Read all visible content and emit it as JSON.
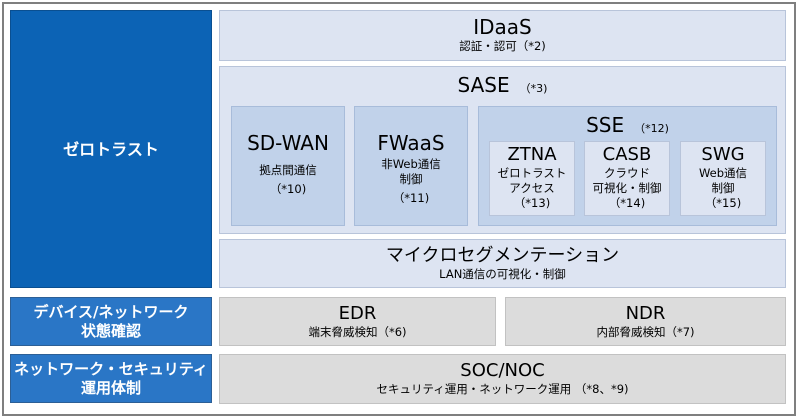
{
  "side": {
    "zero_trust": "ゼロトラスト",
    "device": "デバイス/ネットワーク\n状態確認",
    "ops": "ネットワーク・セキュリティ\n運用体制"
  },
  "idaas": {
    "title": "IDaaS",
    "sub": "認証・認可（*2)"
  },
  "sase": {
    "title": "SASE",
    "note": "（*3)"
  },
  "sdwan": {
    "title": "SD-WAN",
    "sub": "拠点間通信",
    "note": "（*10)"
  },
  "fwaas": {
    "title": "FWaaS",
    "sub1": "非Web通信",
    "sub2": "制御",
    "note": "（*11)"
  },
  "sse": {
    "title": "SSE",
    "note": "（*12)"
  },
  "ztna": {
    "title": "ZTNA",
    "sub1": "ゼロトラスト",
    "sub2": "アクセス",
    "note": "（*13)"
  },
  "casb": {
    "title": "CASB",
    "sub1": "クラウド",
    "sub2": "可視化・制御",
    "note": "（*14)"
  },
  "swg": {
    "title": "SWG",
    "sub1": "Web通信",
    "sub2": "制御",
    "note": "（*15)"
  },
  "microseg": {
    "title": "マイクロセグメンテーション",
    "sub": "LAN通信の可視化・制御"
  },
  "edr": {
    "title": "EDR",
    "sub": "端末脅威検知（*6)"
  },
  "ndr": {
    "title": "NDR",
    "sub": "内部脅威検知（*7)"
  },
  "soc": {
    "title": "SOC/NOC",
    "sub": "セキュリティ運用・ネットワーク運用 （*8、*9)"
  }
}
